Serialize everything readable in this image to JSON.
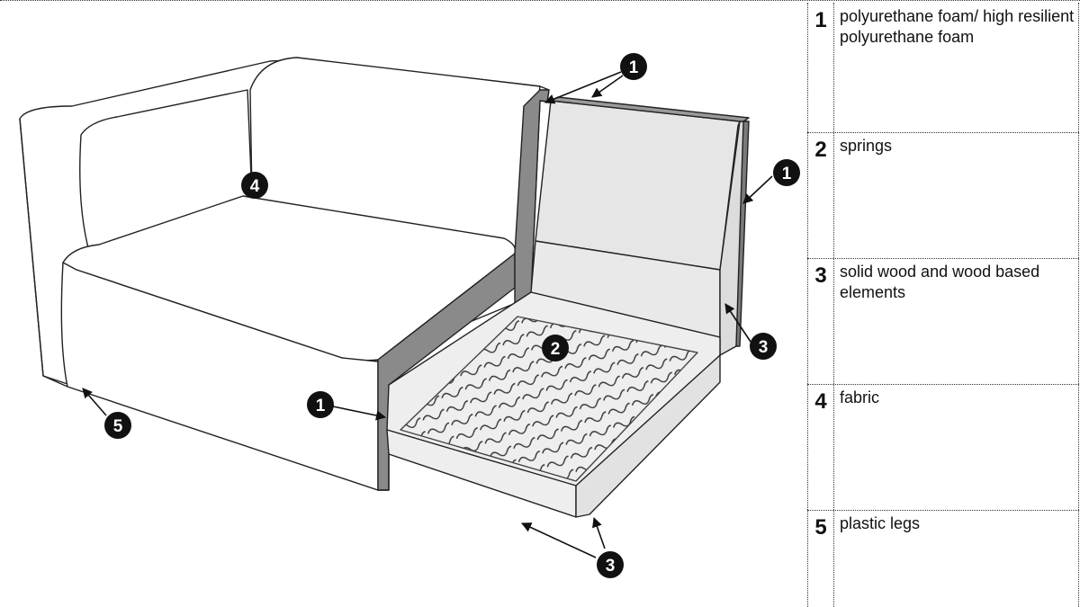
{
  "legend": [
    {
      "number": "1",
      "text": "polyurethane foam/ high resilient polyurethane foam"
    },
    {
      "number": "2",
      "text": "springs"
    },
    {
      "number": "3",
      "text": "solid wood and wood based elements"
    },
    {
      "number": "4",
      "text": "fabric"
    },
    {
      "number": "5",
      "text": "plastic legs"
    }
  ],
  "callouts": [
    "1",
    "1",
    "1",
    "2",
    "3",
    "3",
    "4",
    "5"
  ]
}
